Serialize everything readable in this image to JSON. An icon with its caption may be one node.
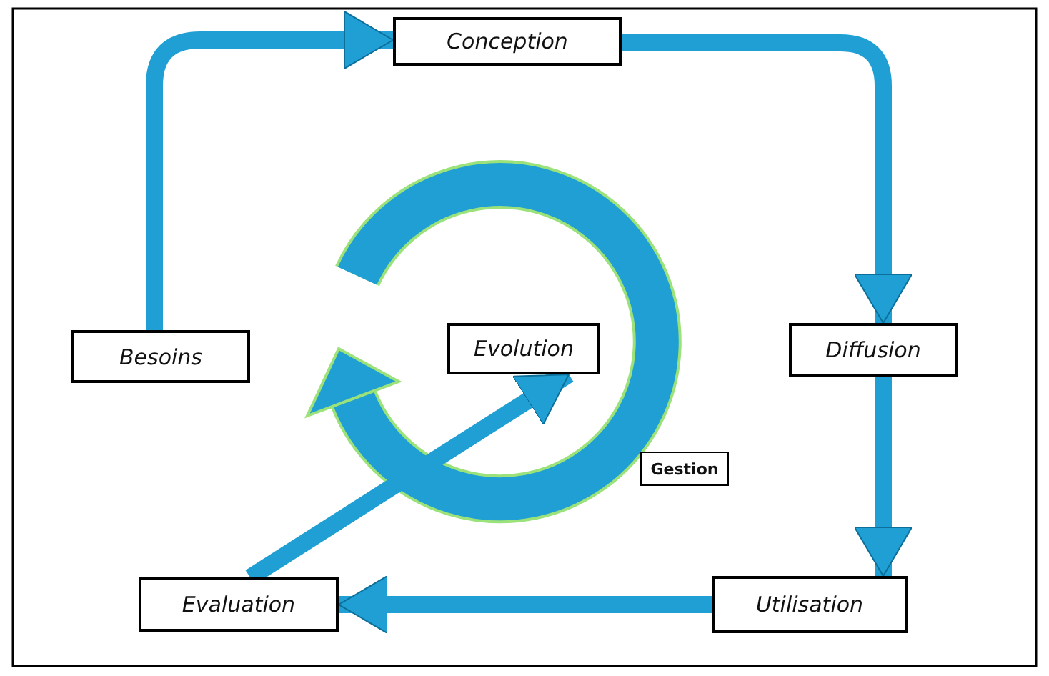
{
  "diagram": {
    "nodes": [
      {
        "text": [
          "Conception"
        ]
      },
      {
        "text": [
          "Diffusion"
        ]
      },
      {
        "text": [
          "Utilisation"
        ]
      },
      {
        "text": [
          "Evaluation"
        ]
      },
      {
        "text": [
          "Evolution"
        ]
      },
      {
        "text": [
          "Besoins"
        ]
      },
      {
        "text": [
          "Gestion"
        ]
      }
    ],
    "edges": [
      {
        "from": 5,
        "to": 0,
        "arrow": "to"
      },
      {
        "from": 0,
        "to": 1,
        "arrow": "to"
      },
      {
        "from": 1,
        "to": 2,
        "arrow": "to"
      },
      {
        "from": 2,
        "to": 3,
        "arrow": "to"
      },
      {
        "from": 3,
        "to": 4,
        "arrow": "to"
      }
    ]
  }
}
